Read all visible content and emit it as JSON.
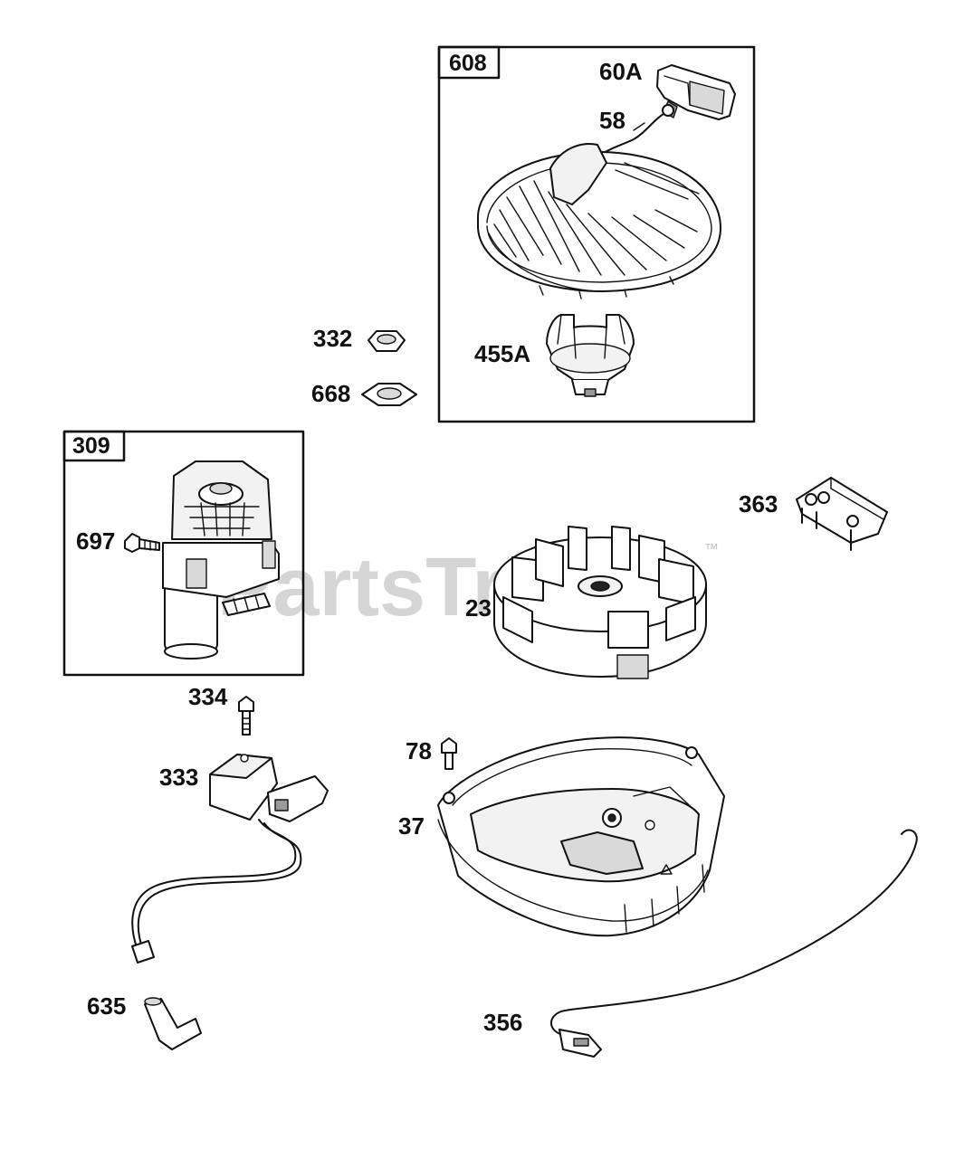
{
  "watermark": {
    "text": "PartsTree",
    "trademark": "™"
  },
  "kits": [
    {
      "id": "kit-608",
      "number": "608"
    },
    {
      "id": "kit-309",
      "number": "309"
    }
  ],
  "parts": [
    {
      "id": "60A",
      "label": "60A",
      "name": "starter handle"
    },
    {
      "id": "58",
      "label": "58",
      "name": "starter rope"
    },
    {
      "id": "455A",
      "label": "455A",
      "name": "starter cup"
    },
    {
      "id": "332",
      "label": "332",
      "name": "flywheel nut"
    },
    {
      "id": "668",
      "label": "668",
      "name": "washer"
    },
    {
      "id": "697",
      "label": "697",
      "name": "starter bolt"
    },
    {
      "id": "363",
      "label": "363",
      "name": "bracket"
    },
    {
      "id": "23",
      "label": "23",
      "name": "flywheel"
    },
    {
      "id": "334",
      "label": "334",
      "name": "screw"
    },
    {
      "id": "78",
      "label": "78",
      "name": "screw"
    },
    {
      "id": "333",
      "label": "333",
      "name": "ignition armature"
    },
    {
      "id": "37",
      "label": "37",
      "name": "blower housing"
    },
    {
      "id": "635",
      "label": "635",
      "name": "spark plug boot"
    },
    {
      "id": "356",
      "label": "356",
      "name": "ground wire"
    }
  ]
}
